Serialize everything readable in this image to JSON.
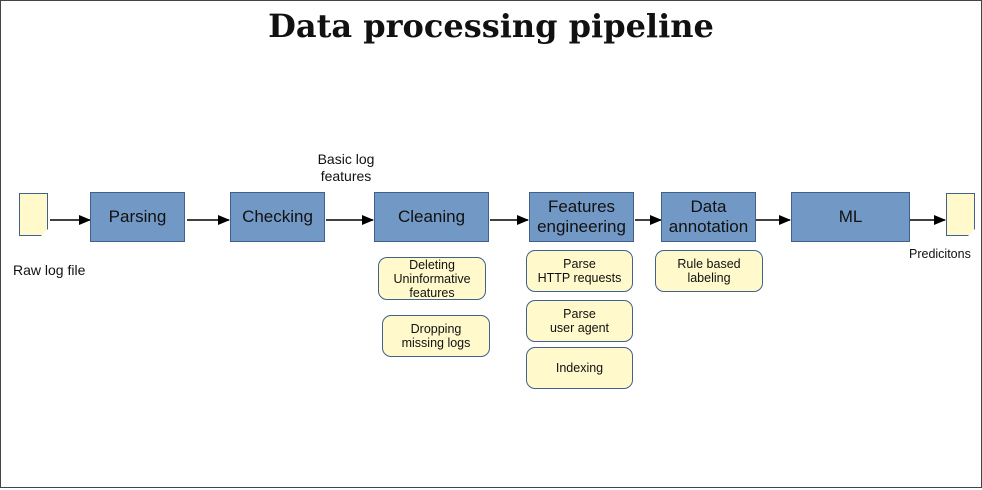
{
  "title": "Data processing pipeline",
  "stages": {
    "parsing": "Parsing",
    "checking": "Checking",
    "cleaning": "Cleaning",
    "features": "Features\nengineering",
    "annotation": "Data\nannotation",
    "ml": "ML"
  },
  "substeps": {
    "deleting": "Deleting\nUninformative\nfeatures",
    "dropping": "Dropping\nmissing logs",
    "parse_http": "Parse\nHTTP requests",
    "parse_ua": "Parse\nuser agent",
    "indexing": "Indexing",
    "rule_labeling": "Rule based\nlabeling"
  },
  "labels": {
    "raw_log_file": "Raw log file",
    "basic_log_features": "Basic log\nfeatures",
    "predictions": "Predicitons"
  },
  "colors": {
    "stage_fill": "#7299c6",
    "substep_fill": "#fff9cc",
    "border": "#3f618c",
    "arrow": "#000000"
  }
}
